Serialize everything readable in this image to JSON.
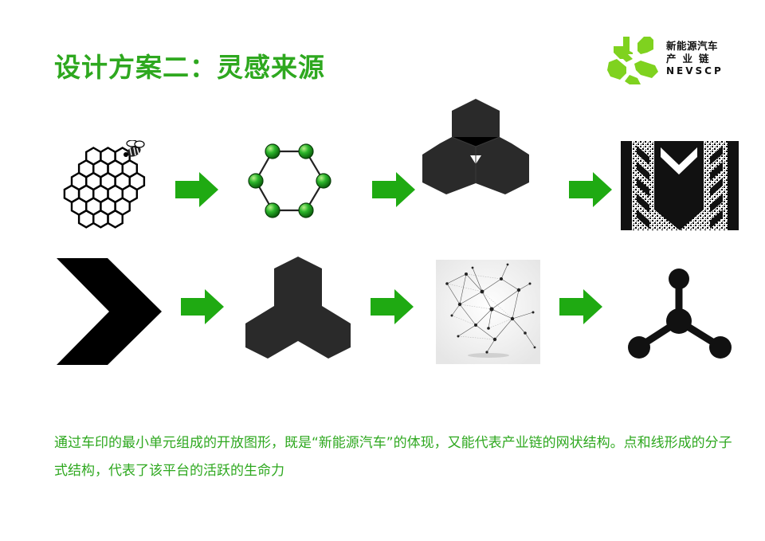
{
  "title": "设计方案二：灵感来源",
  "logo": {
    "cn_line1": "新能源汽车",
    "cn_line2": "产业链",
    "en": "NEVSCP",
    "brand_color": "#7fd21f"
  },
  "colors": {
    "accent": "#2ea81f",
    "arrow": "#1faa12",
    "node_green": "#1f9a1f"
  },
  "figures": {
    "row1": [
      "honeycomb-with-bee-icon",
      "hexagon-molecule-icon",
      "three-lobe-hexagon-icon",
      "tire-tread-texture"
    ],
    "row2": [
      "chevron-icon",
      "three-lobe-tripod-icon",
      "network-mesh-image",
      "three-node-connector-icon"
    ]
  },
  "description": "通过车印的最小单元组成的开放图形，既是“新能源汽车”的体现，又能代表产业链的网状结构。点和线形成的分子式结构，代表了该平台的活跃的生命力"
}
